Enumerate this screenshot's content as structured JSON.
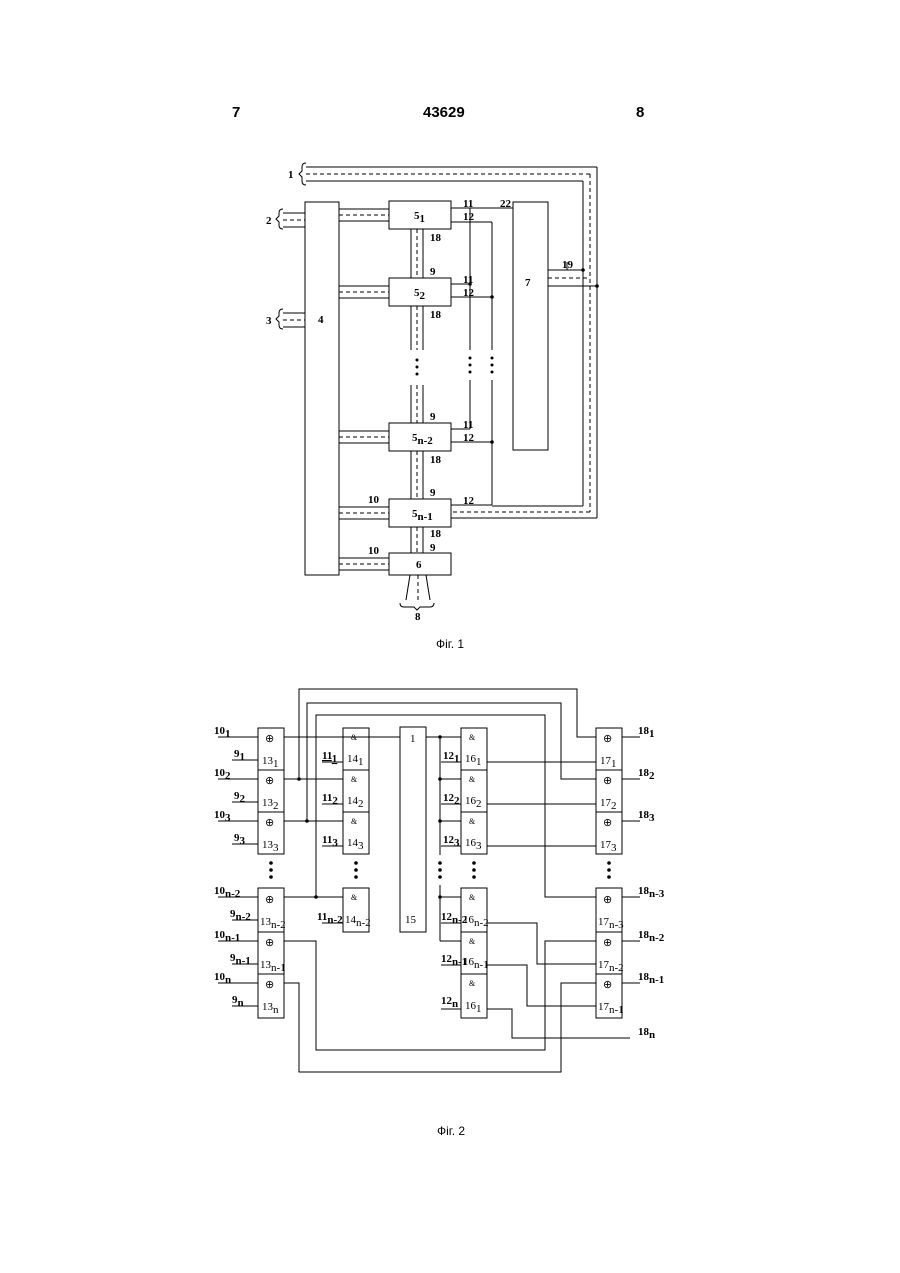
{
  "header": {
    "page_left": "7",
    "doc_number": "43629",
    "page_right": "8"
  },
  "fig1": {
    "caption": "Фіг. 1",
    "block_4": "4",
    "block_7": "7",
    "block_6": "6",
    "unit_5_1": {
      "num": "5",
      "sub": "1"
    },
    "unit_5_2": {
      "num": "5",
      "sub": "2"
    },
    "unit_5_n2": {
      "num": "5",
      "sub": "n-2"
    },
    "unit_5_n1": {
      "num": "5",
      "sub": "n-1"
    },
    "inputs": {
      "bus_1": "1",
      "bus_2": "2",
      "bus_3": "3",
      "out_8": "8"
    },
    "labels": {
      "l9": "9",
      "l10": "10",
      "l11": "11",
      "l12": "12",
      "l18": "18",
      "l19": "19",
      "l22": "22"
    }
  },
  "fig2": {
    "caption": "Фіг. 2",
    "xor_symbol": "⊕",
    "and_symbol": "&",
    "block_15_top": "1",
    "block_15": "15",
    "left_labels": [
      {
        "text": "10",
        "sub": "1"
      },
      {
        "text": "9",
        "sub": "1"
      },
      {
        "text": "10",
        "sub": "2"
      },
      {
        "text": "9",
        "sub": "2"
      },
      {
        "text": "10",
        "sub": "3"
      },
      {
        "text": "9",
        "sub": "3"
      },
      {
        "text": "10",
        "sub": "n-2"
      },
      {
        "text": "9",
        "sub": "n-2"
      },
      {
        "text": "10",
        "sub": "n-1"
      },
      {
        "text": "9",
        "sub": "n-1"
      },
      {
        "text": "10",
        "sub": "n"
      },
      {
        "text": "9",
        "sub": "n"
      }
    ],
    "blocks_13": [
      {
        "num": "13",
        "sub": "1"
      },
      {
        "num": "13",
        "sub": "2"
      },
      {
        "num": "13",
        "sub": "3"
      },
      {
        "num": "13",
        "sub": "n-2"
      },
      {
        "num": "13",
        "sub": "n-1"
      },
      {
        "num": "13",
        "sub": "n"
      }
    ],
    "blocks_14": [
      {
        "num": "14",
        "sub": "1"
      },
      {
        "num": "14",
        "sub": "2"
      },
      {
        "num": "14",
        "sub": "3"
      },
      {
        "num": "14",
        "sub": "n-2"
      }
    ],
    "labels_11": [
      {
        "num": "11",
        "sub": "1"
      },
      {
        "num": "11",
        "sub": "2"
      },
      {
        "num": "11",
        "sub": "3"
      },
      {
        "num": "11",
        "sub": "n-2"
      }
    ],
    "blocks_16": [
      {
        "num": "16",
        "sub": "1"
      },
      {
        "num": "16",
        "sub": "2"
      },
      {
        "num": "16",
        "sub": "3"
      },
      {
        "num": "16",
        "sub": "n-2"
      },
      {
        "num": "16",
        "sub": "n-1"
      },
      {
        "num": "16",
        "sub": "1"
      }
    ],
    "labels_12": [
      {
        "num": "12",
        "sub": "1"
      },
      {
        "num": "12",
        "sub": "2"
      },
      {
        "num": "12",
        "sub": "3"
      },
      {
        "num": "12",
        "sub": "n-2"
      },
      {
        "num": "12",
        "sub": "n-1"
      },
      {
        "num": "12",
        "sub": "n"
      }
    ],
    "blocks_17": [
      {
        "num": "17",
        "sub": "1"
      },
      {
        "num": "17",
        "sub": "2"
      },
      {
        "num": "17",
        "sub": "3"
      },
      {
        "num": "17",
        "sub": "n-3"
      },
      {
        "num": "17",
        "sub": "n-2"
      },
      {
        "num": "17",
        "sub": "n-1"
      }
    ],
    "right_labels": [
      {
        "num": "18",
        "sub": "1"
      },
      {
        "num": "18",
        "sub": "2"
      },
      {
        "num": "18",
        "sub": "3"
      },
      {
        "num": "18",
        "sub": "n-3"
      },
      {
        "num": "18",
        "sub": "n-2"
      },
      {
        "num": "18",
        "sub": "n-1"
      },
      {
        "num": "18",
        "sub": "n"
      }
    ]
  }
}
